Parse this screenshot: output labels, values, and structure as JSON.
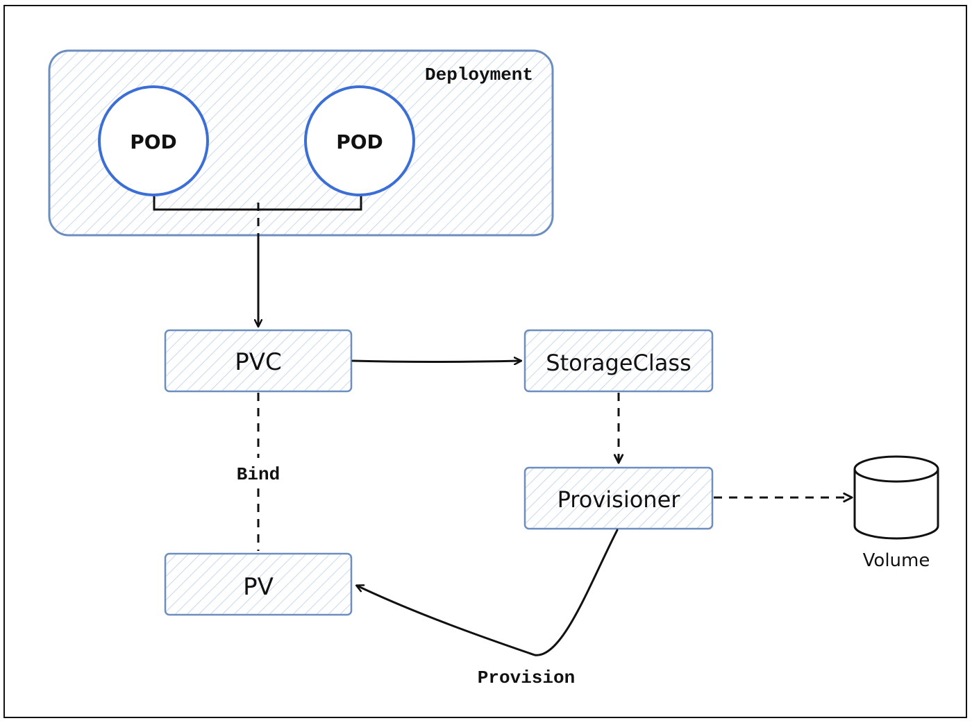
{
  "nodes": {
    "deployment": {
      "label": "Deployment"
    },
    "pod_1": {
      "label": "POD"
    },
    "pod_2": {
      "label": "POD"
    },
    "pvc": {
      "label": "PVC"
    },
    "storage_class": {
      "label": "StorageClass"
    },
    "provisioner": {
      "label": "Provisioner"
    },
    "pv": {
      "label": "PV"
    },
    "volume": {
      "label": "Volume"
    }
  },
  "edges": {
    "pvc_pv": {
      "label": "Bind"
    },
    "provisioner_pv": {
      "label": "Provision"
    }
  },
  "colors": {
    "box_stroke": "#6c8ebf",
    "hatch": "#c8d8f0",
    "pod_stroke": "#3b6fd6",
    "line": "#111111"
  }
}
